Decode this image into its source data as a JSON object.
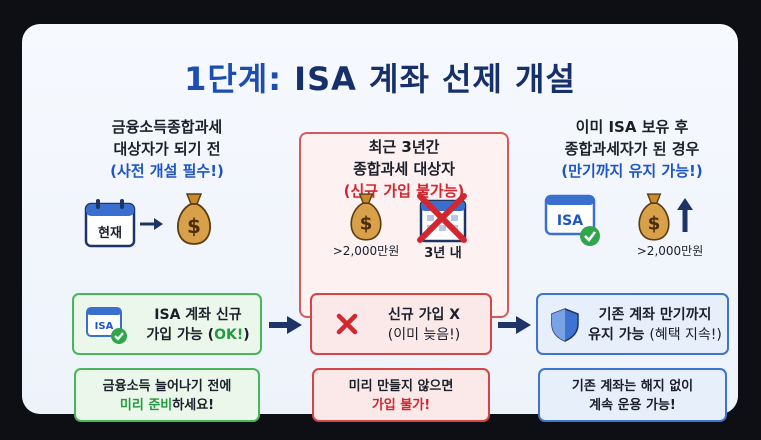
{
  "title": {
    "prefix": "1단계:",
    "main": "ISA 계좌 선제 개설"
  },
  "left": {
    "head_line1": "금융소득종합과세",
    "head_line2": "대상자가 되기 전",
    "head_line3": "(사전 개설 필수!)",
    "calendar_label": "현재",
    "box_line1": "ISA 계좌 신규",
    "box_line2_a": "가입 가능 (",
    "box_line2_ok": "OK!",
    "box_line2_b": ")",
    "box_icon_text": "ISA",
    "note_line1": "금융소득 늘어나기 전에",
    "note_line2_a": "미리 준비",
    "note_line2_b": "하세요!"
  },
  "middle": {
    "head_line1": "최근 3년간",
    "head_line2": "종합과세 대상자",
    "head_line3": "(신규 가입 불가능)",
    "amount_label": ">2,000만원",
    "period_label": "3년 내",
    "box_line1": "신규 가입 X",
    "box_line2": "(이미 늦음!)",
    "note_line1": "미리 만들지 않으면",
    "note_line2": "가입 불가!"
  },
  "right": {
    "head_line1": "이미 ISA 보유 후",
    "head_line2": "종합과세자가 된 경우",
    "head_line3": "(만기까지 유지 가능!)",
    "isa_icon_text": "ISA",
    "amount_label": ">2,000만원",
    "box_line1": "기존 계좌 만기까지",
    "box_line2_a": "유지 가능 ",
    "box_line2_b": "(혜택 지속!)",
    "note_line1": "기존 계좌는 해지 없이",
    "note_line2": "계속 운용 가능!"
  },
  "icons": {
    "calendar": "calendar-icon",
    "money_bag": "money-bag-icon",
    "check": "check-icon",
    "cross": "cross-icon",
    "shield": "shield-icon",
    "up_arrow": "up-arrow-icon",
    "right_arrow": "right-arrow-icon"
  },
  "colors": {
    "title": "#16306b",
    "blue": "#1e55c6",
    "red": "#d3262f",
    "green": "#49b55c",
    "money_bag": "#c98a2c"
  }
}
